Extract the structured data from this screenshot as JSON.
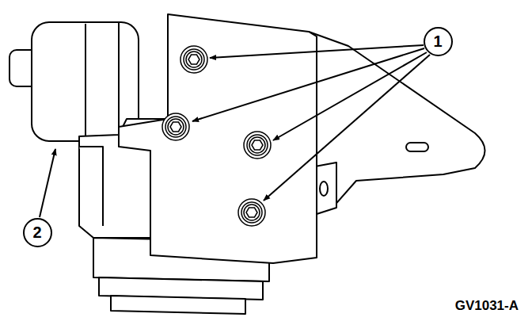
{
  "diagram": {
    "nodes": [
      {
        "text": [
          "1"
        ]
      },
      {
        "text": [
          "2"
        ]
      }
    ],
    "labels": [
      "GV1031-A"
    ]
  }
}
